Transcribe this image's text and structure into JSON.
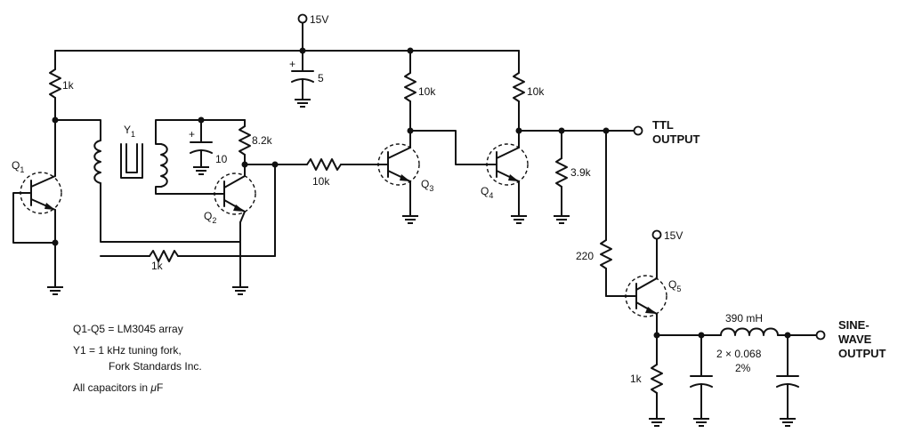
{
  "supply": {
    "top": "15V",
    "q5": "15V"
  },
  "components": {
    "r_q1_collector": "1k",
    "c_supply": "5",
    "r_q3_collector": "10k",
    "r_q4_collector": "10k",
    "y1_label": "Y",
    "y1_sub": "1",
    "c_tank": "10",
    "r_tank": "8.2k",
    "r_base_q3": "10k",
    "r_feedback": "1k",
    "r_ttl_load": "3.9k",
    "r_q5_base": "220",
    "r_q5_emitter": "1k",
    "inductor": "390 mH",
    "caps_filter": "2 × 0.068",
    "caps_filter_tol": "2%"
  },
  "transistors": {
    "q1": {
      "main": "Q",
      "sub": "1"
    },
    "q2": {
      "main": "Q",
      "sub": "2"
    },
    "q3": {
      "main": "Q",
      "sub": "3"
    },
    "q4": {
      "main": "Q",
      "sub": "4"
    },
    "q5": {
      "main": "Q",
      "sub": "5"
    }
  },
  "outputs": {
    "ttl_line1": "TTL",
    "ttl_line2": "OUTPUT",
    "sine_line1": "SINE-",
    "sine_line2": "WAVE",
    "sine_line3": "OUTPUT"
  },
  "notes": {
    "line1": "Q1-Q5 = LM3045 array",
    "line2": "Y1 = 1 kHz tuning fork,",
    "line3": "Fork Standards Inc.",
    "line4_prefix": "All capacitors in ",
    "line4_mu": "μ",
    "line4_unit": "F"
  },
  "polarity": {
    "c_supply": "+",
    "c_tank": "+"
  }
}
